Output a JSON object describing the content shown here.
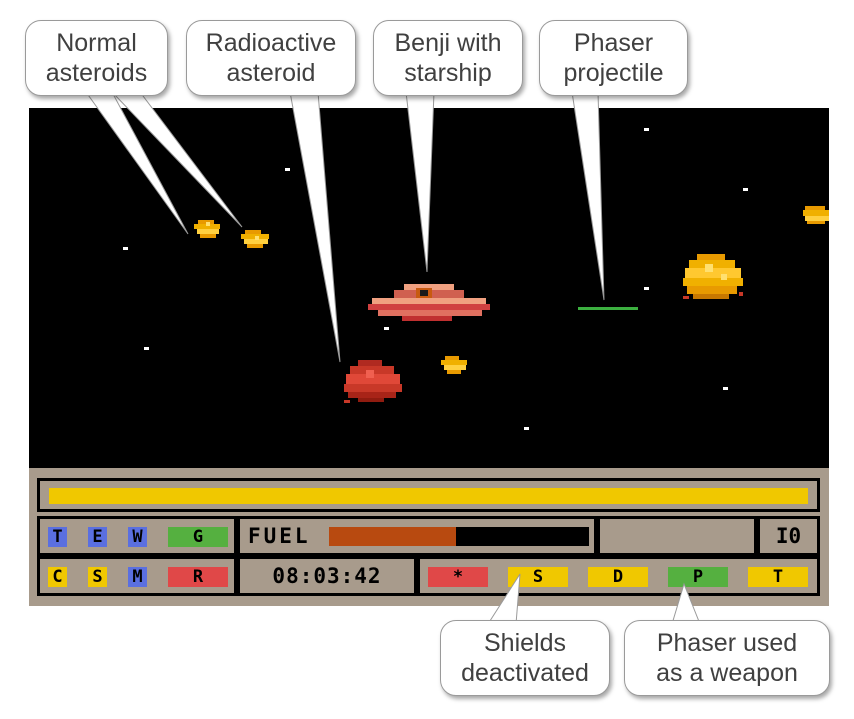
{
  "callouts": {
    "normal_asteroids": "Normal\nasteroids",
    "radioactive_asteroid": "Radioactive\nasteroid",
    "benji_starship": "Benji with\nstarship",
    "phaser_projectile": "Phaser\nprojectile",
    "shields_deactivated": "Shields\ndeactivated",
    "phaser_weapon": "Phaser used\nas a weapon"
  },
  "hud": {
    "fuel_label": "FUEL",
    "fuel_level": 0.49,
    "time": "08:03:42",
    "counter": "I0",
    "keys_row1": [
      {
        "label": "T",
        "color": "#5a6fe0"
      },
      {
        "label": "E",
        "color": "#5a6fe0"
      },
      {
        "label": "W",
        "color": "#5a6fe0"
      },
      {
        "label": "G",
        "color": "#55b040"
      }
    ],
    "keys_row2": [
      {
        "label": "C",
        "color": "#f0c800"
      },
      {
        "label": "S",
        "color": "#f0c800"
      },
      {
        "label": "M",
        "color": "#5a6fe0"
      },
      {
        "label": "R",
        "color": "#e04848"
      }
    ],
    "buttons": [
      {
        "label": "*",
        "color": "#e04848"
      },
      {
        "label": "S",
        "color": "#f0c800"
      },
      {
        "label": "D",
        "color": "#f0c800"
      },
      {
        "label": "P",
        "color": "#55b040"
      },
      {
        "label": "T",
        "color": "#f0c800"
      }
    ]
  },
  "colors": {
    "hud_background": "#a89b8c",
    "shield_bar": "#f0c800",
    "fuel_fill": "#b84a10",
    "asteroid_normal": "#f0b000",
    "asteroid_radioactive": "#c83828",
    "phaser": "#3cb040"
  }
}
